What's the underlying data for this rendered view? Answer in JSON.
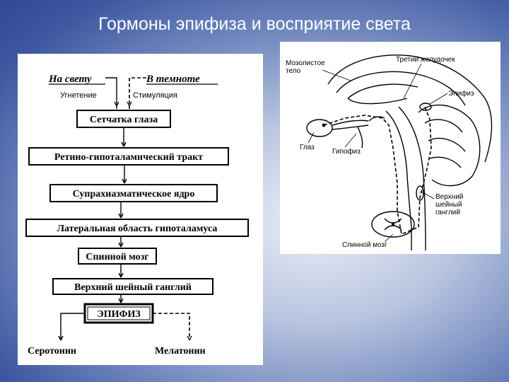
{
  "title": "Гормоны эпифиза и восприятие света",
  "flow": {
    "light_label": "На свету",
    "dark_label": "В темноте",
    "inhibition_label": "Угнетение",
    "stimulation_label": "Стимуляция",
    "boxes": [
      "Сетчатка глаза",
      "Ретино-гипоталамический тракт",
      "Супрахиазматическое ядро",
      "Латеральная область гипоталамуса",
      "Спинной мозг",
      "Верхний шейный ганглий",
      "ЭПИФИЗ"
    ],
    "output_left": "Серотонин",
    "output_right": "Мелатонин"
  },
  "anatomy": {
    "corpus_callosum_line1": "Мозолистое",
    "corpus_callosum_line2": "тело",
    "third_ventricle": "Третий желудочек",
    "pineal": "Эпифиз",
    "eye": "Глаз",
    "pituitary": "Гипофиз",
    "ganglion_line1": "Верхний",
    "ganglion_line2": "шейный",
    "ganglion_line3": "ганглий",
    "spinal_cord": "Спинной мозг"
  }
}
